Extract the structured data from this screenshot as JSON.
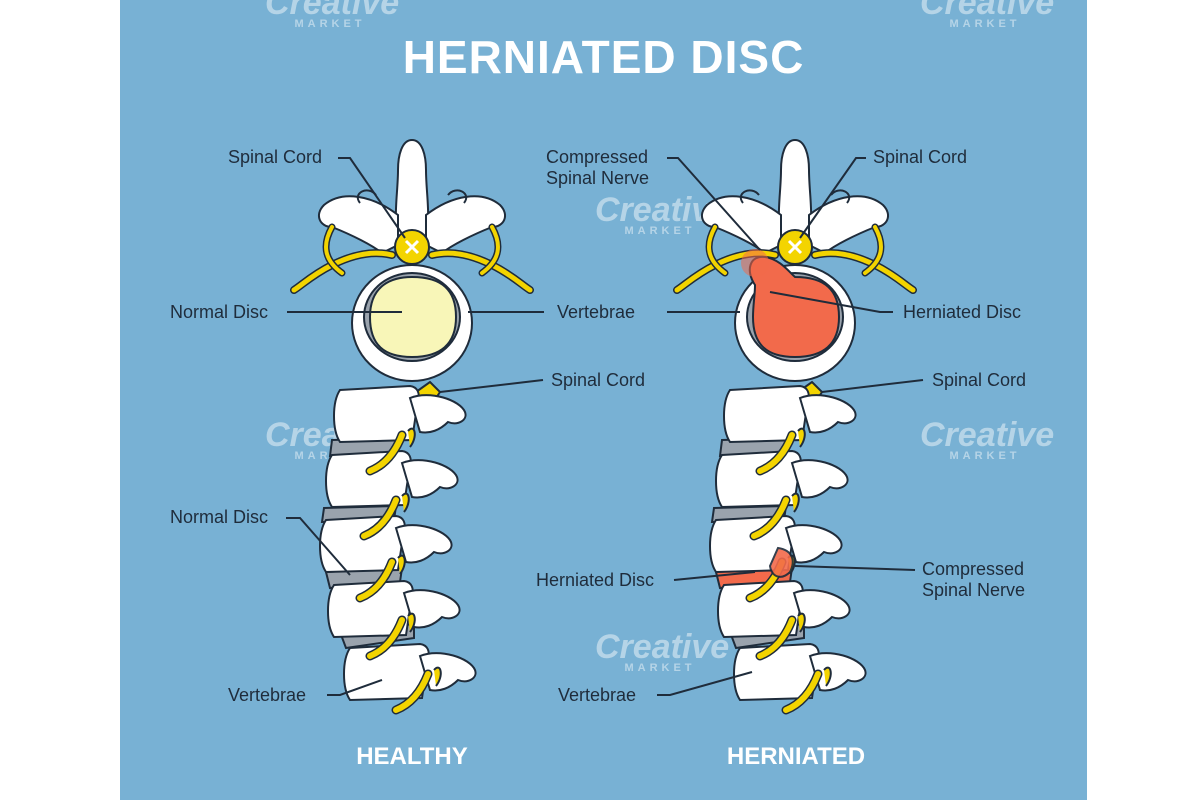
{
  "title": "HERNIATED DISC",
  "watermark": {
    "main": "Creative",
    "sub": "MARKET"
  },
  "healthy": {
    "caption": "HEALTHY",
    "top_view": {
      "spinal_cord": "Spinal Cord",
      "normal_disc": "Normal Disc",
      "vertebrae": "Vertebrae"
    },
    "side_view": {
      "spinal_cord": "Spinal Cord",
      "normal_disc": "Normal Disc",
      "vertebrae": "Vertebrae"
    }
  },
  "herniated": {
    "caption": "HERNIATED",
    "top_view": {
      "compressed_line1": "Compressed",
      "compressed_line2": "Spinal Nerve",
      "spinal_cord": "Spinal Cord",
      "herniated_disc": "Herniated Disc"
    },
    "side_view": {
      "spinal_cord": "Spinal Cord",
      "herniated_disc": "Herniated Disc",
      "compressed_line1": "Compressed",
      "compressed_line2": "Spinal Nerve",
      "vertebrae": "Vertebrae"
    }
  },
  "colors": {
    "background": "#78b1d4",
    "bone": "#ffffff",
    "outline": "#1f2c3b",
    "nerve": "#f3d400",
    "normal_disc": "#f8f6b8",
    "herniated_disc": "#f26a4b",
    "disc_ring": "#9aa3ad"
  }
}
